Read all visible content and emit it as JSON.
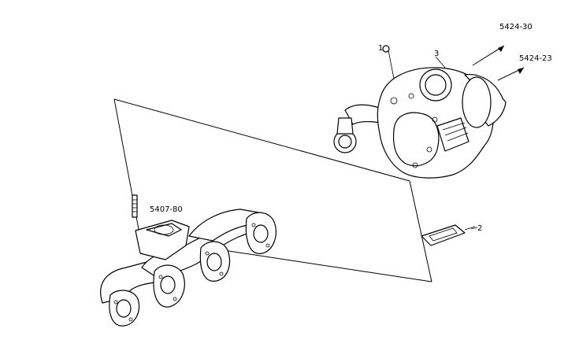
{
  "callouts": {
    "item_1": "1",
    "item_2": "2",
    "item_3": "3",
    "ref_5424_30": "5424-30",
    "ref_5424_23": "5424-23",
    "ref_5407_80": "5407-80"
  }
}
